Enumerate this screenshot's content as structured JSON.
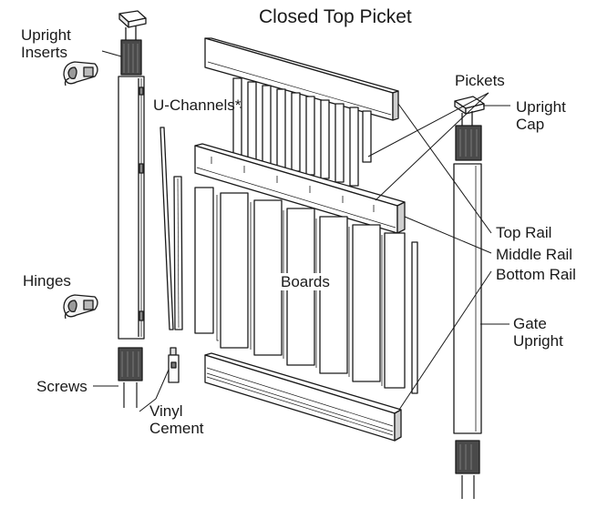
{
  "title": "Closed Top Picket",
  "labels": {
    "upright_inserts": "Upright\nInserts",
    "u_channels": "U-Channels*",
    "pickets": "Pickets",
    "upright_cap": "Upright\nCap",
    "top_rail": "Top Rail",
    "middle_rail": "Middle Rail",
    "bottom_rail": "Bottom Rail",
    "boards": "Boards",
    "hinges": "Hinges",
    "gate_upright": "Gate\nUpright",
    "screws": "Screws",
    "vinyl_cement": "Vinyl\nCement"
  },
  "colors": {
    "line": "#1a1a1a",
    "fill": "#ffffff",
    "shade": "#d9d9d9",
    "dark": "#555555"
  }
}
